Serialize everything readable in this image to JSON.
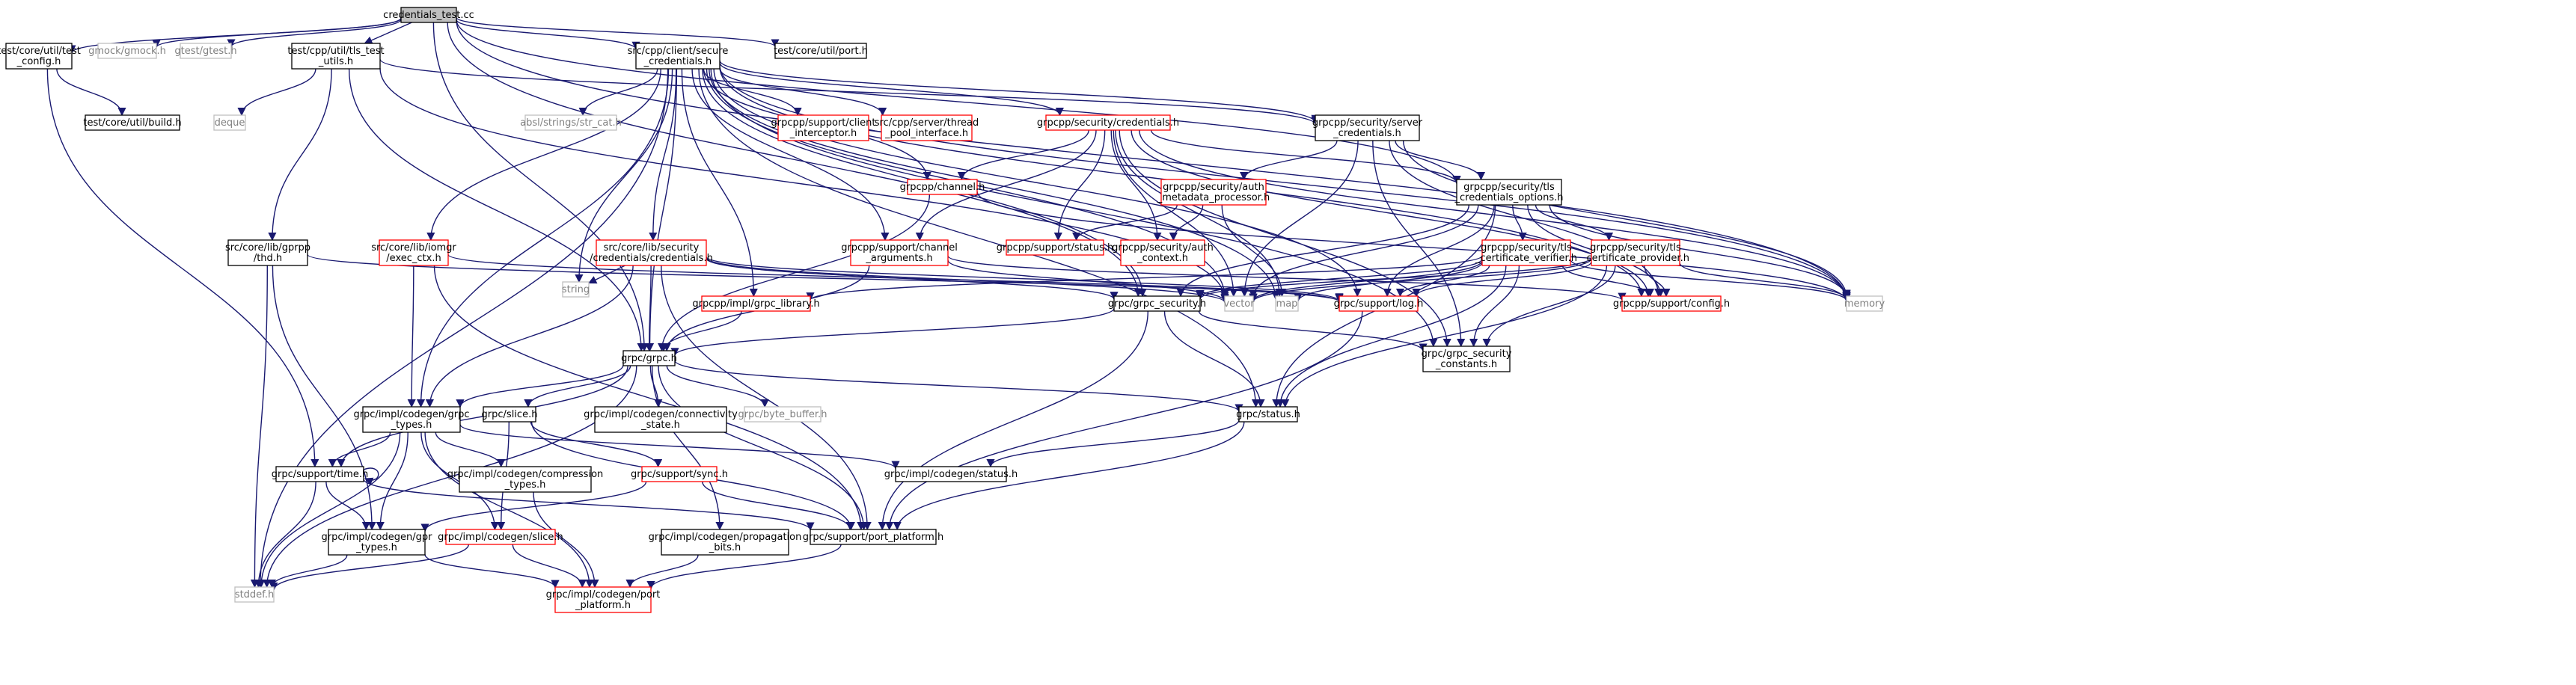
{
  "colors": {
    "edge": "#191970",
    "root_fill": "#bfbfbf",
    "normal_border": "#000000",
    "linked_border": "#ff0000",
    "external_border": "#bfbfbf",
    "normal_text": "#000000",
    "external_text": "#808080",
    "background": "#ffffff"
  },
  "nodes": [
    {
      "id": "root",
      "lines": [
        "credentials_test.cc"
      ],
      "style": "root"
    },
    {
      "id": "test_config",
      "lines": [
        "test/core/util/test",
        "_config.h"
      ],
      "style": "normal"
    },
    {
      "id": "gmock",
      "lines": [
        "gmock/gmock.h"
      ],
      "style": "external"
    },
    {
      "id": "gtest",
      "lines": [
        "gtest/gtest.h"
      ],
      "style": "external"
    },
    {
      "id": "tls_utils",
      "lines": [
        "test/cpp/util/tls_test",
        "_utils.h"
      ],
      "style": "normal"
    },
    {
      "id": "secure_creds",
      "lines": [
        "src/cpp/client/secure",
        "_credentials.h"
      ],
      "style": "normal"
    },
    {
      "id": "port",
      "lines": [
        "test/core/util/port.h"
      ],
      "style": "normal"
    },
    {
      "id": "build",
      "lines": [
        "test/core/util/build.h"
      ],
      "style": "normal"
    },
    {
      "id": "deque",
      "lines": [
        "deque"
      ],
      "style": "external"
    },
    {
      "id": "str_cat",
      "lines": [
        "absl/strings/str_cat.h"
      ],
      "style": "external"
    },
    {
      "id": "client_interceptor",
      "lines": [
        "grpcpp/support/client",
        "_interceptor.h"
      ],
      "style": "linked"
    },
    {
      "id": "thread_pool",
      "lines": [
        "src/cpp/server/thread",
        "_pool_interface.h"
      ],
      "style": "linked"
    },
    {
      "id": "server_credentials",
      "lines": [
        "grpcpp/security/server",
        "_credentials.h"
      ],
      "style": "normal"
    },
    {
      "id": "credentials_h",
      "lines": [
        "grpcpp/security/credentials.h"
      ],
      "style": "linked"
    },
    {
      "id": "auth_metadata",
      "lines": [
        "grpcpp/security/auth",
        "_metadata_processor.h"
      ],
      "style": "linked"
    },
    {
      "id": "tls_cred_opts",
      "lines": [
        "grpcpp/security/tls",
        "_credentials_options.h"
      ],
      "style": "normal"
    },
    {
      "id": "channel_h",
      "lines": [
        "grpcpp/channel.h"
      ],
      "style": "linked"
    },
    {
      "id": "gprpp_thd",
      "lines": [
        "src/core/lib/gprpp",
        "/thd.h"
      ],
      "style": "normal"
    },
    {
      "id": "exec_ctx",
      "lines": [
        "src/core/lib/iomgr",
        "/exec_ctx.h"
      ],
      "style": "linked"
    },
    {
      "id": "core_creds",
      "lines": [
        "src/core/lib/security",
        "/credentials/credentials.h"
      ],
      "style": "linked"
    },
    {
      "id": "channel_args",
      "lines": [
        "grpcpp/support/channel",
        "_arguments.h"
      ],
      "style": "linked"
    },
    {
      "id": "support_status",
      "lines": [
        "grpcpp/support/status.h"
      ],
      "style": "linked"
    },
    {
      "id": "auth_context",
      "lines": [
        "grpcpp/security/auth",
        "_context.h"
      ],
      "style": "linked"
    },
    {
      "id": "cert_verifier",
      "lines": [
        "grpcpp/security/tls",
        "_certificate_verifier.h"
      ],
      "style": "linked"
    },
    {
      "id": "cert_provider",
      "lines": [
        "grpcpp/security/tls",
        "_certificate_provider.h"
      ],
      "style": "linked"
    },
    {
      "id": "string",
      "lines": [
        "string"
      ],
      "style": "external"
    },
    {
      "id": "grpc_library",
      "lines": [
        "grpcpp/impl/grpc_library.h"
      ],
      "style": "linked"
    },
    {
      "id": "grpc_security",
      "lines": [
        "grpc/grpc_security.h"
      ],
      "style": "normal"
    },
    {
      "id": "vector",
      "lines": [
        "vector"
      ],
      "style": "external"
    },
    {
      "id": "map",
      "lines": [
        "map"
      ],
      "style": "external"
    },
    {
      "id": "support_log",
      "lines": [
        "grpc/support/log.h"
      ],
      "style": "linked"
    },
    {
      "id": "support_config",
      "lines": [
        "grpcpp/support/config.h"
      ],
      "style": "linked"
    },
    {
      "id": "memory",
      "lines": [
        "memory"
      ],
      "style": "external"
    },
    {
      "id": "grpc_h",
      "lines": [
        "grpc/grpc.h"
      ],
      "style": "normal"
    },
    {
      "id": "security_constants",
      "lines": [
        "grpc/grpc_security",
        "_constants.h"
      ],
      "style": "normal"
    },
    {
      "id": "grpc_types",
      "lines": [
        "grpc/impl/codegen/grpc",
        "_types.h"
      ],
      "style": "normal"
    },
    {
      "id": "slice_h",
      "lines": [
        "grpc/slice.h"
      ],
      "style": "normal"
    },
    {
      "id": "connectivity_state",
      "lines": [
        "grpc/impl/codegen/connectivity",
        "_state.h"
      ],
      "style": "normal"
    },
    {
      "id": "byte_buffer",
      "lines": [
        "grpc/byte_buffer.h"
      ],
      "style": "external"
    },
    {
      "id": "status_h",
      "lines": [
        "grpc/status.h"
      ],
      "style": "normal"
    },
    {
      "id": "time_h",
      "lines": [
        "grpc/support/time.h"
      ],
      "style": "normal"
    },
    {
      "id": "compression_types",
      "lines": [
        "grpc/impl/codegen/compression",
        "_types.h"
      ],
      "style": "normal"
    },
    {
      "id": "support_sync",
      "lines": [
        "grpc/support/sync.h"
      ],
      "style": "linked"
    },
    {
      "id": "codegen_status",
      "lines": [
        "grpc/impl/codegen/status.h"
      ],
      "style": "normal"
    },
    {
      "id": "gpr_types",
      "lines": [
        "grpc/impl/codegen/gpr",
        "_types.h"
      ],
      "style": "normal"
    },
    {
      "id": "codegen_slice",
      "lines": [
        "grpc/impl/codegen/slice.h"
      ],
      "style": "linked"
    },
    {
      "id": "propagation_bits",
      "lines": [
        "grpc/impl/codegen/propagation",
        "_bits.h"
      ],
      "style": "normal"
    },
    {
      "id": "port_platform",
      "lines": [
        "grpc/support/port_platform.h"
      ],
      "style": "normal"
    },
    {
      "id": "stddef",
      "lines": [
        "stddef.h"
      ],
      "style": "external"
    },
    {
      "id": "codegen_port_platform",
      "lines": [
        "grpc/impl/codegen/port",
        "_platform.h"
      ],
      "style": "linked"
    }
  ],
  "edges": [
    [
      "root",
      "test_config"
    ],
    [
      "root",
      "gmock"
    ],
    [
      "root",
      "gtest"
    ],
    [
      "root",
      "tls_utils"
    ],
    [
      "root",
      "secure_creds"
    ],
    [
      "root",
      "port"
    ],
    [
      "root",
      "memory"
    ],
    [
      "root",
      "tls_cred_opts"
    ],
    [
      "root",
      "grpc_security"
    ],
    [
      "root",
      "grpc_h"
    ],
    [
      "test_config",
      "build"
    ],
    [
      "test_config",
      "time_h"
    ],
    [
      "tls_utils",
      "deque"
    ],
    [
      "tls_utils",
      "gprpp_thd"
    ],
    [
      "tls_utils",
      "server_credentials"
    ],
    [
      "tls_utils",
      "grpc_h"
    ],
    [
      "tls_utils",
      "vector"
    ],
    [
      "secure_creds",
      "str_cat"
    ],
    [
      "secure_creds",
      "client_interceptor"
    ],
    [
      "secure_creds",
      "thread_pool"
    ],
    [
      "secure_creds",
      "server_credentials"
    ],
    [
      "secure_creds",
      "credentials_h"
    ],
    [
      "secure_creds",
      "channel_h"
    ],
    [
      "secure_creds",
      "channel_args"
    ],
    [
      "secure_creds",
      "exec_ctx"
    ],
    [
      "secure_creds",
      "core_creds"
    ],
    [
      "secure_creds",
      "string"
    ],
    [
      "secure_creds",
      "grpc_library"
    ],
    [
      "secure_creds",
      "grpc_security"
    ],
    [
      "secure_creds",
      "vector"
    ],
    [
      "secure_creds",
      "map"
    ],
    [
      "secure_creds",
      "support_log"
    ],
    [
      "secure_creds",
      "support_config"
    ],
    [
      "secure_creds",
      "memory"
    ],
    [
      "secure_creds",
      "grpc_h"
    ],
    [
      "secure_creds",
      "grpc_types"
    ],
    [
      "secure_creds",
      "stddef"
    ],
    [
      "secure_creds",
      "status_h"
    ],
    [
      "secure_creds",
      "security_constants"
    ],
    [
      "server_credentials",
      "auth_metadata"
    ],
    [
      "server_credentials",
      "tls_cred_opts"
    ],
    [
      "server_credentials",
      "vector"
    ],
    [
      "server_credentials",
      "support_config"
    ],
    [
      "server_credentials",
      "memory"
    ],
    [
      "server_credentials",
      "security_constants"
    ],
    [
      "credentials_h",
      "channel_h"
    ],
    [
      "credentials_h",
      "channel_args"
    ],
    [
      "credentials_h",
      "support_status"
    ],
    [
      "credentials_h",
      "auth_context"
    ],
    [
      "credentials_h",
      "tls_cred_opts"
    ],
    [
      "credentials_h",
      "vector"
    ],
    [
      "credentials_h",
      "map"
    ],
    [
      "credentials_h",
      "support_config"
    ],
    [
      "credentials_h",
      "memory"
    ],
    [
      "credentials_h",
      "security_constants"
    ],
    [
      "auth_metadata",
      "support_status"
    ],
    [
      "auth_metadata",
      "auth_context"
    ],
    [
      "auth_metadata",
      "map"
    ],
    [
      "tls_cred_opts",
      "cert_verifier"
    ],
    [
      "tls_cred_opts",
      "cert_provider"
    ],
    [
      "tls_cred_opts",
      "grpc_security"
    ],
    [
      "tls_cred_opts",
      "vector"
    ],
    [
      "tls_cred_opts",
      "support_log"
    ],
    [
      "tls_cred_opts",
      "support_config"
    ],
    [
      "tls_cred_opts",
      "memory"
    ],
    [
      "tls_cred_opts",
      "status_h"
    ],
    [
      "channel_h",
      "grpc_h"
    ],
    [
      "channel_h",
      "memory"
    ],
    [
      "gprpp_thd",
      "support_log"
    ],
    [
      "gprpp_thd",
      "gpr_types"
    ],
    [
      "gprpp_thd",
      "stddef"
    ],
    [
      "exec_ctx",
      "grpc_types"
    ],
    [
      "exec_ctx",
      "port_platform"
    ],
    [
      "exec_ctx",
      "support_log"
    ],
    [
      "core_creds",
      "string"
    ],
    [
      "core_creds",
      "grpc_h"
    ],
    [
      "core_creds",
      "grpc_security"
    ],
    [
      "core_creds",
      "support_log"
    ],
    [
      "core_creds",
      "vector"
    ],
    [
      "core_creds",
      "grpc_types"
    ],
    [
      "core_creds",
      "port_platform"
    ],
    [
      "channel_args",
      "grpc_h"
    ],
    [
      "channel_args",
      "vector"
    ],
    [
      "channel_args",
      "support_config"
    ],
    [
      "cert_verifier",
      "grpc_library"
    ],
    [
      "cert_verifier",
      "grpc_security"
    ],
    [
      "cert_verifier",
      "vector"
    ],
    [
      "cert_verifier",
      "map"
    ],
    [
      "cert_verifier",
      "support_log"
    ],
    [
      "cert_verifier",
      "support_config"
    ],
    [
      "cert_verifier",
      "memory"
    ],
    [
      "cert_verifier",
      "status_h"
    ],
    [
      "cert_verifier",
      "security_constants"
    ],
    [
      "cert_provider",
      "grpc_security"
    ],
    [
      "cert_provider",
      "vector"
    ],
    [
      "cert_provider",
      "support_log"
    ],
    [
      "cert_provider",
      "support_config"
    ],
    [
      "cert_provider",
      "memory"
    ],
    [
      "cert_provider",
      "status_h"
    ],
    [
      "cert_provider",
      "security_constants"
    ],
    [
      "grpc_library",
      "grpc_h"
    ],
    [
      "grpc_security",
      "grpc_h"
    ],
    [
      "grpc_security",
      "status_h"
    ],
    [
      "grpc_security",
      "security_constants"
    ],
    [
      "grpc_security",
      "port_platform"
    ],
    [
      "support_log",
      "port_platform"
    ],
    [
      "grpc_h",
      "grpc_types"
    ],
    [
      "grpc_h",
      "slice_h"
    ],
    [
      "grpc_h",
      "connectivity_state"
    ],
    [
      "grpc_h",
      "byte_buffer"
    ],
    [
      "grpc_h",
      "status_h"
    ],
    [
      "grpc_h",
      "time_h"
    ],
    [
      "grpc_h",
      "port_platform"
    ],
    [
      "grpc_h",
      "propagation_bits"
    ],
    [
      "grpc_h",
      "stddef"
    ],
    [
      "grpc_types",
      "compression_types"
    ],
    [
      "grpc_types",
      "gpr_types"
    ],
    [
      "grpc_types",
      "codegen_slice"
    ],
    [
      "grpc_types",
      "time_h"
    ],
    [
      "grpc_types",
      "stddef"
    ],
    [
      "grpc_types",
      "codegen_port_platform"
    ],
    [
      "grpc_types",
      "codegen_status"
    ],
    [
      "slice_h",
      "support_sync"
    ],
    [
      "slice_h",
      "codegen_slice"
    ],
    [
      "slice_h",
      "port_platform"
    ],
    [
      "status_h",
      "codegen_status"
    ],
    [
      "status_h",
      "port_platform"
    ],
    [
      "time_h",
      "time_h"
    ],
    [
      "time_h",
      "gpr_types"
    ],
    [
      "time_h",
      "stddef"
    ],
    [
      "time_h",
      "port_platform"
    ],
    [
      "compression_types",
      "codegen_port_platform"
    ],
    [
      "support_sync",
      "gpr_types"
    ],
    [
      "support_sync",
      "port_platform"
    ],
    [
      "gpr_types",
      "stddef"
    ],
    [
      "gpr_types",
      "codegen_port_platform"
    ],
    [
      "codegen_slice",
      "stddef"
    ],
    [
      "codegen_slice",
      "codegen_port_platform"
    ],
    [
      "propagation_bits",
      "codegen_port_platform"
    ],
    [
      "port_platform",
      "codegen_port_platform"
    ]
  ]
}
